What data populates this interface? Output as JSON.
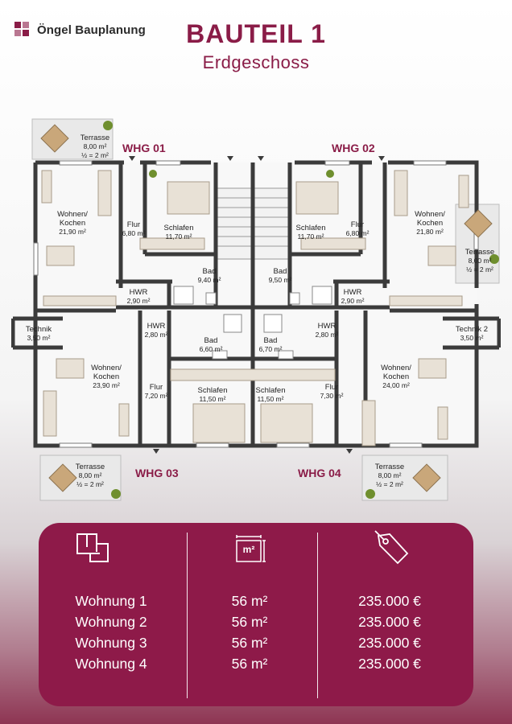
{
  "header": {
    "logo_text": "Öngel Bauplanung",
    "title": "BAUTEIL 1",
    "subtitle": "Erdgeschoss"
  },
  "colors": {
    "accent": "#8a1c47",
    "wall": "#3b3b3b",
    "panel": "#8e1a49"
  },
  "plan": {
    "units": {
      "whg01": "WHG 01",
      "whg02": "WHG 02",
      "whg03": "WHG 03",
      "whg04": "WHG 04"
    },
    "rooms": {
      "terrasse_tl": {
        "name": "Terrasse",
        "area": "8,00 m²",
        "half": "½ = 2 m²"
      },
      "terrasse_tr": {
        "name": "Terrasse",
        "area": "8,00 m²",
        "half": "½ = 2 m²"
      },
      "terrasse_bl": {
        "name": "Terrasse",
        "area": "8,00 m²",
        "half": "½ = 2 m²"
      },
      "terrasse_br": {
        "name": "Terrasse",
        "area": "8,00 m²",
        "half": "½ = 2 m²"
      },
      "wohnen1": {
        "name": "Wohnen/",
        "name2": "Kochen",
        "area": "21,90 m²"
      },
      "wohnen2": {
        "name": "Wohnen/",
        "name2": "Kochen",
        "area": "21,80 m²"
      },
      "wohnen3": {
        "name": "Wohnen/",
        "name2": "Kochen",
        "area": "23,90 m²"
      },
      "wohnen4": {
        "name": "Wohnen/",
        "name2": "Kochen",
        "area": "24,00 m²"
      },
      "flur1": {
        "name": "Flur",
        "area": "6,80 m²"
      },
      "flur2": {
        "name": "Flur",
        "area": "6,80 m²"
      },
      "flur3": {
        "name": "Flur",
        "area": "7,20 m²"
      },
      "flur4": {
        "name": "Flur",
        "area": "7,30 m²"
      },
      "schlafen1": {
        "name": "Schlafen",
        "area": "11,70 m²"
      },
      "schlafen2": {
        "name": "Schlafen",
        "area": "11,70 m²"
      },
      "schlafen3": {
        "name": "Schlafen",
        "area": "11,50 m²"
      },
      "schlafen4": {
        "name": "Schlafen",
        "area": "11,50 m²"
      },
      "bad1": {
        "name": "Bad",
        "area": "9,40 m²"
      },
      "bad2": {
        "name": "Bad",
        "area": "9,50 m²"
      },
      "bad3": {
        "name": "Bad",
        "area": "6,60 m²"
      },
      "bad4": {
        "name": "Bad",
        "area": "6,70 m²"
      },
      "hwr1": {
        "name": "HWR",
        "area": "2,90 m²"
      },
      "hwr2": {
        "name": "HWR",
        "area": "2,90 m²"
      },
      "hwr3": {
        "name": "HWR",
        "area": "2,80 m²"
      },
      "hwr4": {
        "name": "HWR",
        "area": "2,80 m²"
      },
      "technik1": {
        "name": "Technik",
        "area": "3,50 m²"
      },
      "technik2": {
        "name": "Technik 2",
        "area": "3,50 m²"
      }
    }
  },
  "summary": {
    "icons": [
      "floorplan-icon",
      "square-meter-icon",
      "price-tag-icon"
    ],
    "m2_icon_label": "m²",
    "apartments": [
      "Wohnung 1",
      "Wohnung 2",
      "Wohnung 3",
      "Wohnung 4"
    ],
    "sizes": [
      "56 m²",
      "56 m²",
      "56 m²",
      "56 m²"
    ],
    "prices": [
      "235.000 €",
      "235.000 €",
      "235.000 €",
      "235.000 €"
    ]
  }
}
